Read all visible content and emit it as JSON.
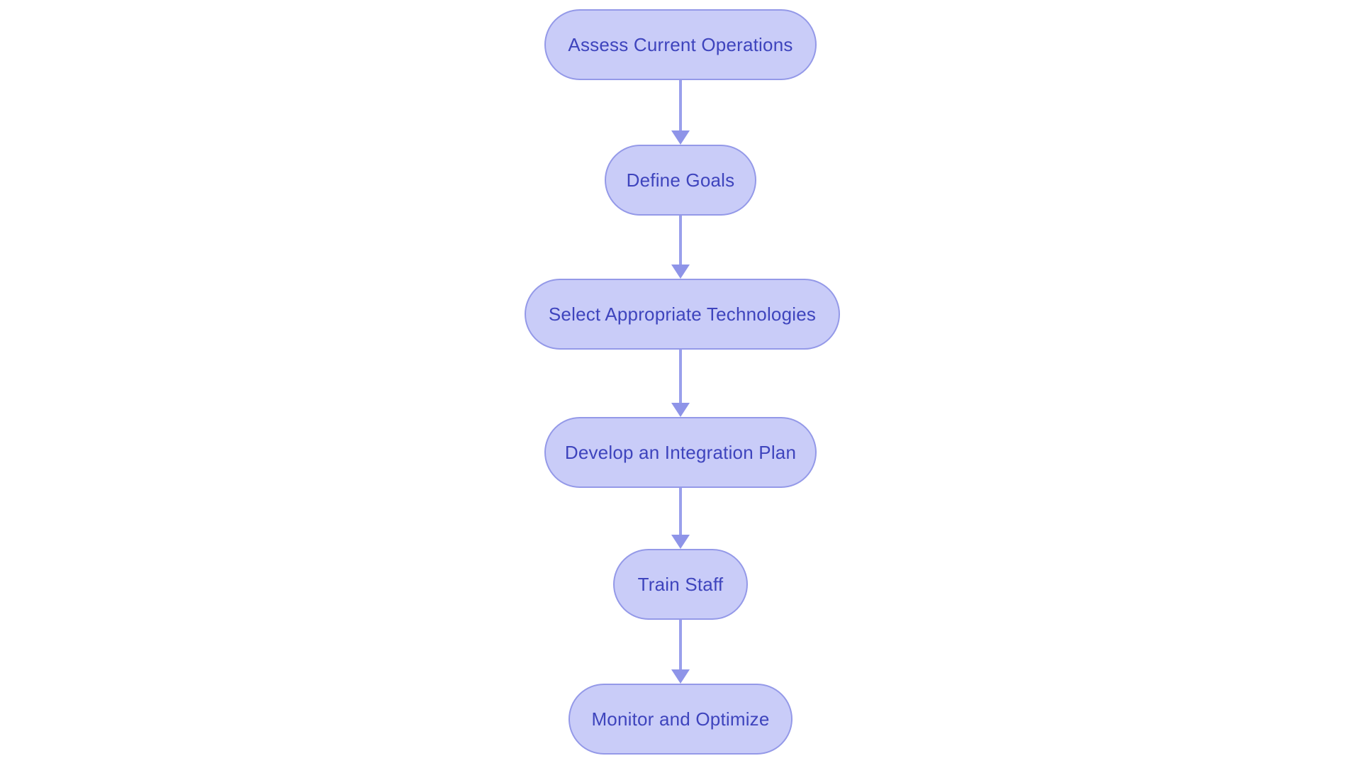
{
  "diagram": {
    "type": "flowchart",
    "direction": "top-down",
    "nodes": [
      {
        "label": "Assess Current Operations"
      },
      {
        "label": "Define Goals"
      },
      {
        "label": "Select Appropriate Technologies"
      },
      {
        "label": "Develop an Integration Plan"
      },
      {
        "label": "Train Staff"
      },
      {
        "label": "Monitor and Optimize"
      }
    ],
    "edges": [
      {
        "from": "Assess Current Operations",
        "to": "Define Goals"
      },
      {
        "from": "Define Goals",
        "to": "Select Appropriate Technologies"
      },
      {
        "from": "Select Appropriate Technologies",
        "to": "Develop an Integration Plan"
      },
      {
        "from": "Develop an Integration Plan",
        "to": "Train Staff"
      },
      {
        "from": "Train Staff",
        "to": "Monitor and Optimize"
      }
    ],
    "colors": {
      "background": "#ffffff",
      "node_fill": "#c9ccf8",
      "node_border": "#9499e8",
      "node_text": "#3e44bd",
      "arrow": "#9aa0ec",
      "arrow_head": "#8e94e8"
    }
  }
}
